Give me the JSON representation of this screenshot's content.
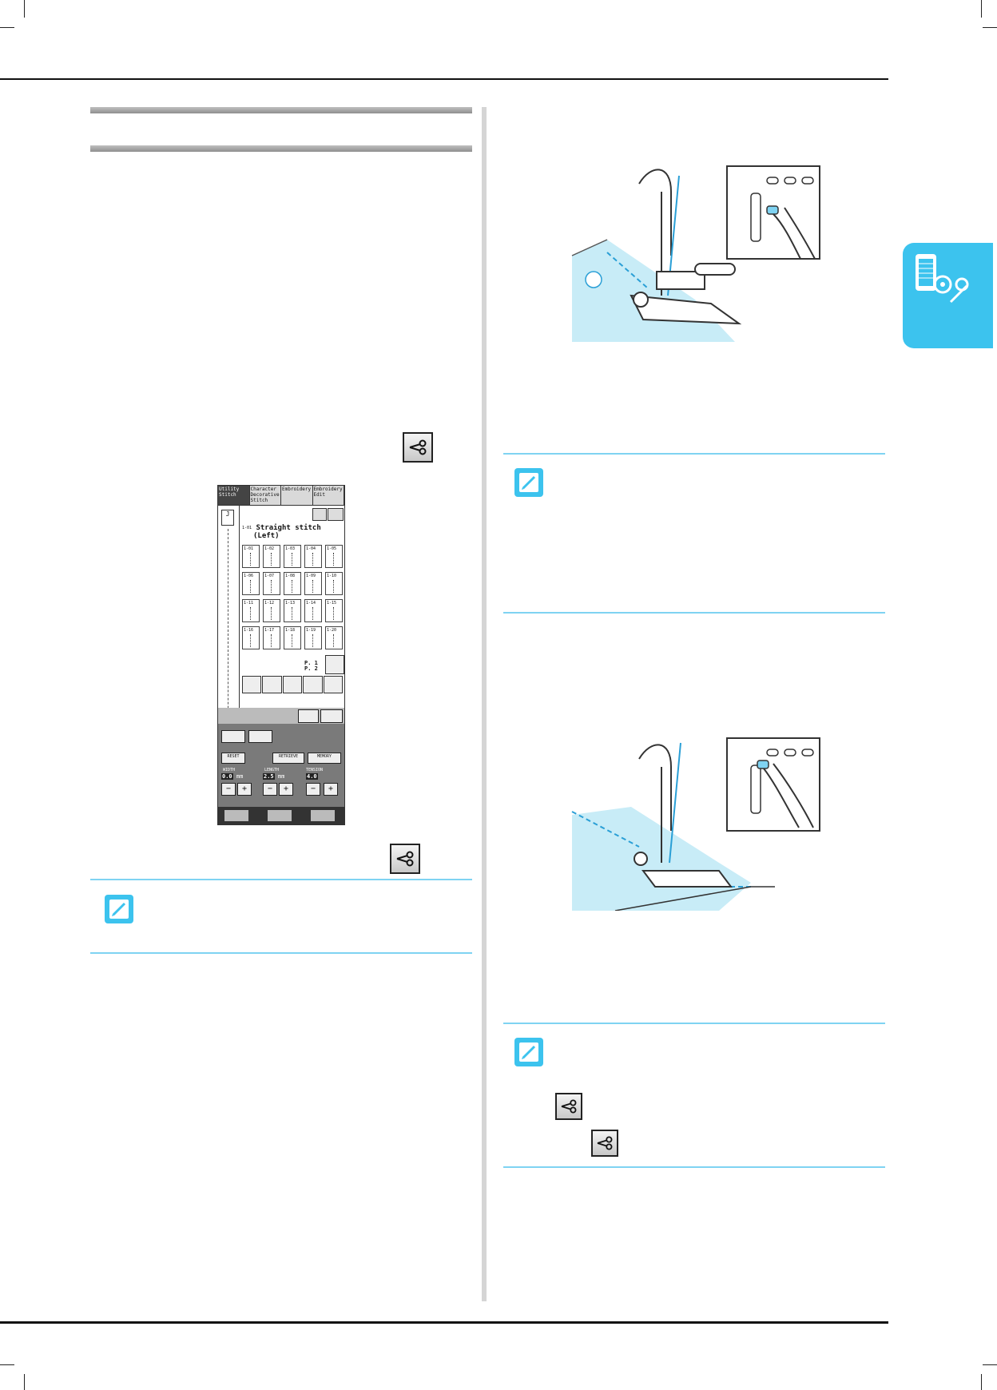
{
  "lcd": {
    "tabs": [
      "Utility Stitch",
      "Character Decorative Stitch",
      "Embroidery",
      "Embroidery Edit"
    ],
    "stitch_code": "1-01",
    "stitch_name_line1": "Straight stitch",
    "stitch_name_line2": "(Left)",
    "stitch_cells": [
      "1-01",
      "1-02",
      "1-03",
      "1-04",
      "1-05",
      "1-06",
      "1-07",
      "1-08",
      "1-09",
      "1-10",
      "1-11",
      "1-12",
      "1-13",
      "1-14",
      "1-15",
      "1-16",
      "1-17",
      "1-18",
      "1-19",
      "1-20"
    ],
    "page_top": "P. 1",
    "page_bottom": "P. 2",
    "reset_label": "RESET",
    "retrieve_label": "RETRIEVE",
    "memory_label": "MEMORY",
    "width_label": "WIDTH",
    "width_value": "0.0",
    "length_label": "LENGTH",
    "length_value": "2.5",
    "tension_label": "TENSION",
    "tension_value": "4.0",
    "unit": "mm",
    "foot_letter": "J"
  },
  "colors": {
    "accent_blue": "#3cc3ee",
    "rule_blue": "#7fd3f2",
    "fabric_blue": "#c8ecf7"
  },
  "icons": [
    "memo-icon",
    "scissors-icon",
    "thread-spool-icon"
  ]
}
